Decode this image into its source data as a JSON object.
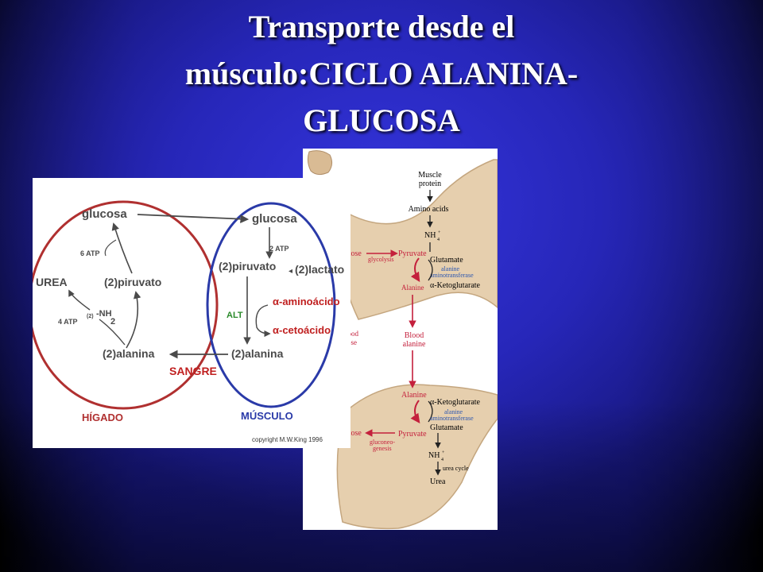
{
  "slide": {
    "title_line1": "Transporte desde el",
    "title_line2": "músculo:CICLO ALANINA-",
    "title_line3": "GLUCOSA"
  },
  "liver_diagram": {
    "higado_glucosa": "glucosa",
    "musculo_glucosa": "glucosa",
    "atp_6": "6 ATP",
    "atp_2": "2 ATP",
    "atp_4": "4 ATP",
    "higado_piruvato": "(2)piruvato",
    "musculo_piruvato": "(2)piruvato",
    "lactato": "(2)lactato",
    "urea": "UREA",
    "nh2_coef": "(2)",
    "nh2": "-NH",
    "nh2_sub": "2",
    "alt": "ALT",
    "aminoacido": "α-aminoácido",
    "cetoacido": "α-cetoácido",
    "higado_alanina": "(2)alanina",
    "musculo_alanina": "(2)alanina",
    "sangre": "SANGRE",
    "higado": "HÍGADO",
    "musculo": "MÚSCULO",
    "copyright": "copyright M.W.King 1996",
    "colors": {
      "liver": "#b03030",
      "muscle": "#2a3aa8",
      "arrow": "#4a4a4a",
      "sangre": "#c02020"
    }
  },
  "body_diagram": {
    "muscle_protein_1": "Muscle",
    "muscle_protein_2": "protein",
    "amino_acids": "Amino acids",
    "nh4_top": "NH",
    "glucose_top": "cose",
    "glycolysis": "glycolysis",
    "pyruvate_top": "Pyruvate",
    "glutamate_top": "Glutamate",
    "alanine_aminotransferase_1": "alanine",
    "alanine_aminotransferase_2": "aminotransferase",
    "alanine_top": "Alanine",
    "ketoglutarate_top": "α-Ketoglutarate",
    "blood_glucose_1": "lood",
    "blood_glucose_2": "ose",
    "blood_alanine_1": "Blood",
    "blood_alanine_2": "alanine",
    "alanine_bottom": "Alanine",
    "ketoglutarate_bottom": "α-Ketoglutarate",
    "alanine_aminotransferase_b1": "alanine",
    "alanine_aminotransferase_b2": "aminotransferase",
    "glucose_bottom": "cose",
    "pyruvate_bottom": "Pyruvate",
    "glutamate_bottom": "Glutamate",
    "gluconeo_1": "gluconeo-",
    "gluconeo_2": "genesis",
    "nh4_bottom": "NH",
    "urea_cycle": "urea cycle",
    "urea": "Urea",
    "colors": {
      "skin": "#e6cfae",
      "skin_dark": "#c4a67f",
      "pathway_red": "#c4203c",
      "enzyme_blue": "#2a55b0"
    }
  }
}
